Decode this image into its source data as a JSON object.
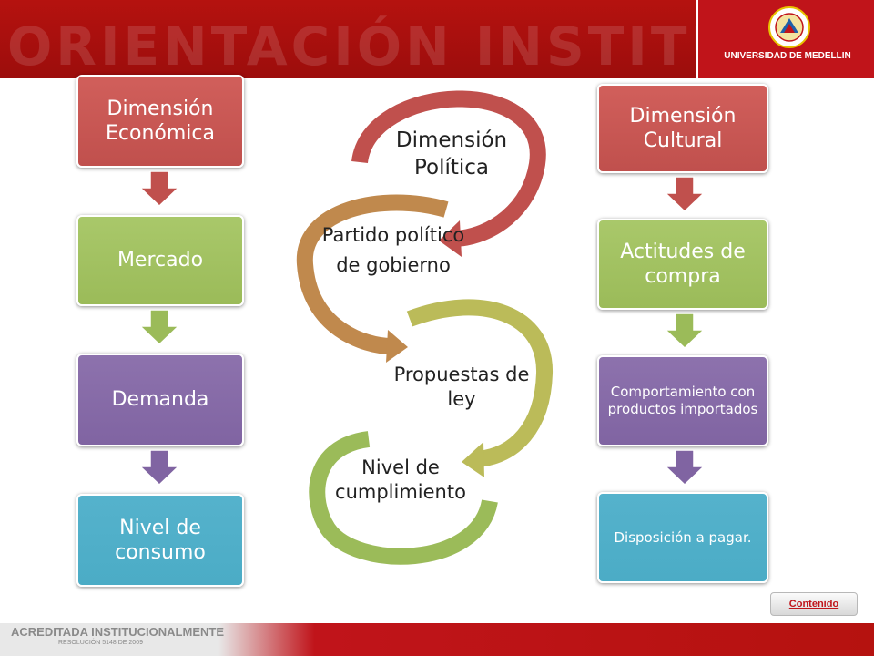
{
  "header": {
    "watermark_text": "ORIENTACIÓN INSTITUCIONAL",
    "logo_text": "UNIVERSIDAD DE MEDELLIN"
  },
  "left_column": {
    "boxes": [
      {
        "label": "Dimensión Económica",
        "color": "#c0504d"
      },
      {
        "label": "Mercado",
        "color": "#9bbb59"
      },
      {
        "label": "Demanda",
        "color": "#8064a2"
      },
      {
        "label": "Nivel de consumo",
        "color": "#4bacc6"
      }
    ]
  },
  "center_cycle": {
    "steps": [
      {
        "label": "Dimensión Política",
        "color": "#c0504d"
      },
      {
        "label": "Partido político de gobierno",
        "color": "#c0894d"
      },
      {
        "label": "Propuestas de ley",
        "color": "#bbbb59"
      },
      {
        "label": "Nivel de cumplimiento",
        "color": "#9bbb59"
      }
    ]
  },
  "right_column": {
    "boxes": [
      {
        "label": "Dimensión Cultural",
        "color": "#c0504d"
      },
      {
        "label": "Actitudes de compra",
        "color": "#9bbb59"
      },
      {
        "label": "Comportamiento con productos importados",
        "color": "#8064a2"
      },
      {
        "label": "Disposición a pagar.",
        "color": "#4bacc6"
      }
    ]
  },
  "nav": {
    "contenido_label": "Contenido"
  },
  "footer": {
    "title": "ACREDITADA INSTITUCIONALMENTE",
    "subtitle": "RESOLUCIÓN 5148 DE 2009"
  }
}
